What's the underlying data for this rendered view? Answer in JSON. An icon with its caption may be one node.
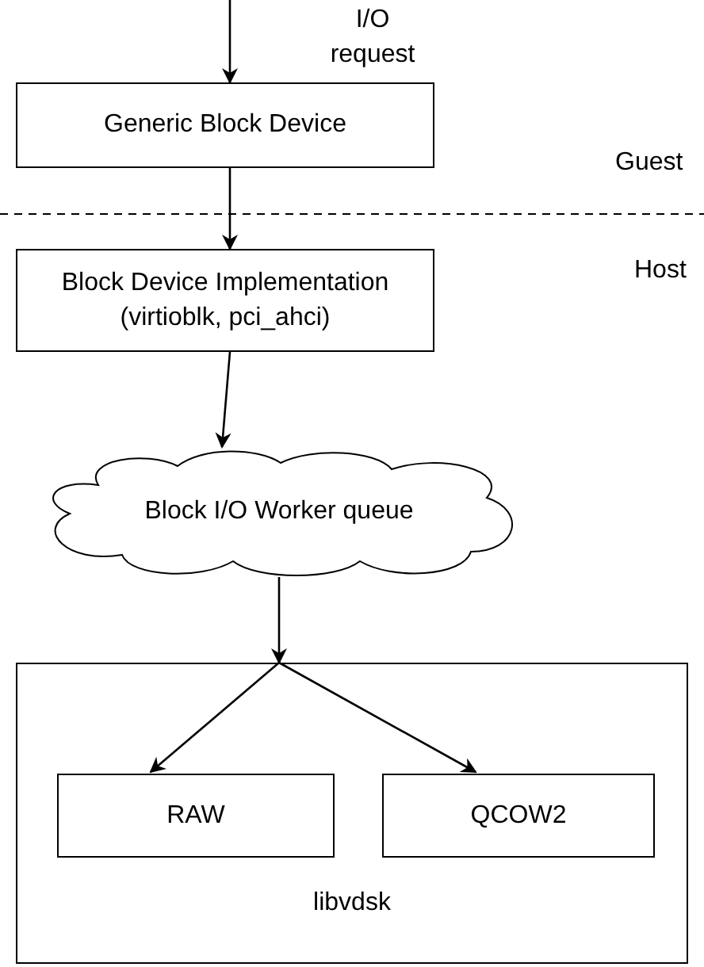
{
  "diagram": {
    "nodes": [
      {
        "text": [
          "Generic Block Device"
        ]
      },
      {
        "text": [
          "Block Device Implementation (virtioblk, pci_ahci)"
        ]
      },
      {
        "text": [
          "Block I/O Worker queue"
        ]
      },
      {
        "text": [
          "libvdsk"
        ]
      },
      {
        "text": [
          "RAW"
        ],
        "in": 3
      },
      {
        "text": [
          "QCOW2"
        ],
        "in": 3
      }
    ],
    "edges": [
      {
        "from": null,
        "to": 0,
        "arrow": "to",
        "label": "I/O request"
      },
      {
        "from": 0,
        "to": 1,
        "arrow": "to"
      },
      {
        "from": 1,
        "to": 2,
        "arrow": "to"
      },
      {
        "from": 2,
        "to": 3,
        "arrow": "to"
      },
      {
        "from": 3,
        "to": 4,
        "arrow": "to"
      },
      {
        "from": 3,
        "to": 5,
        "arrow": "to"
      }
    ],
    "labels": [
      "Guest",
      "Host"
    ]
  }
}
